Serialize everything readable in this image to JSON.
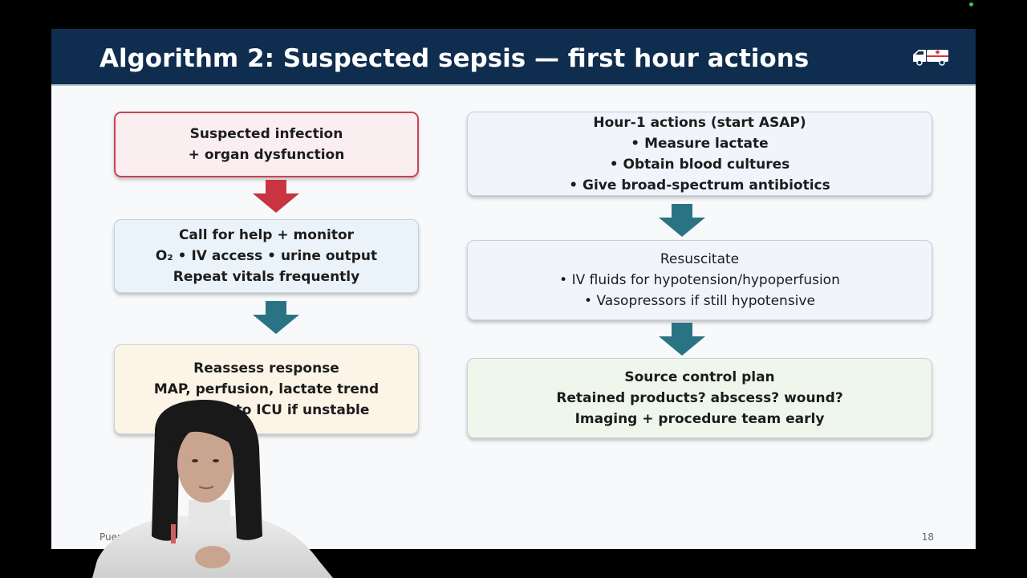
{
  "slide": {
    "title": "Algorithm 2: Suspected sepsis — first hour actions",
    "footer_text": "Puer",
    "page_number": "18"
  },
  "left_column": {
    "box_1": {
      "line_1": "Suspected infection",
      "line_2": "+ organ dysfunction"
    },
    "box_2": {
      "line_1": "Call for help + monitor",
      "line_2": "O₂ • IV access • urine output",
      "line_3": "Repeat vitals frequently"
    },
    "box_3": {
      "line_1": "Reassess response",
      "line_2": "MAP, perfusion, lactate trend",
      "line_3": "to ICU if unstable"
    }
  },
  "right_column": {
    "box_1": {
      "line_1": "Hour-1 actions (start ASAP)",
      "line_2": "• Measure lactate",
      "line_3": "• Obtain blood cultures",
      "line_4": "• Give broad-spectrum antibiotics"
    },
    "box_2": {
      "line_1": "Resuscitate",
      "line_2": "• IV fluids for hypotension/hypoperfusion",
      "line_3": "• Vasopressors if still hypotensive"
    },
    "box_3": {
      "line_1": "Source control plan",
      "line_2": "Retained products? abscess? wound?",
      "line_3": "Imaging + procedure team early"
    }
  },
  "icons": {
    "header_icon": "ambulance-icon",
    "flow_arrow": "arrow-down-icon"
  },
  "colors": {
    "header_bg": "#0f2d4f",
    "alert_red": "#c8343f",
    "flow_teal": "#2a7385",
    "indicator_green": "#3cc94a"
  }
}
